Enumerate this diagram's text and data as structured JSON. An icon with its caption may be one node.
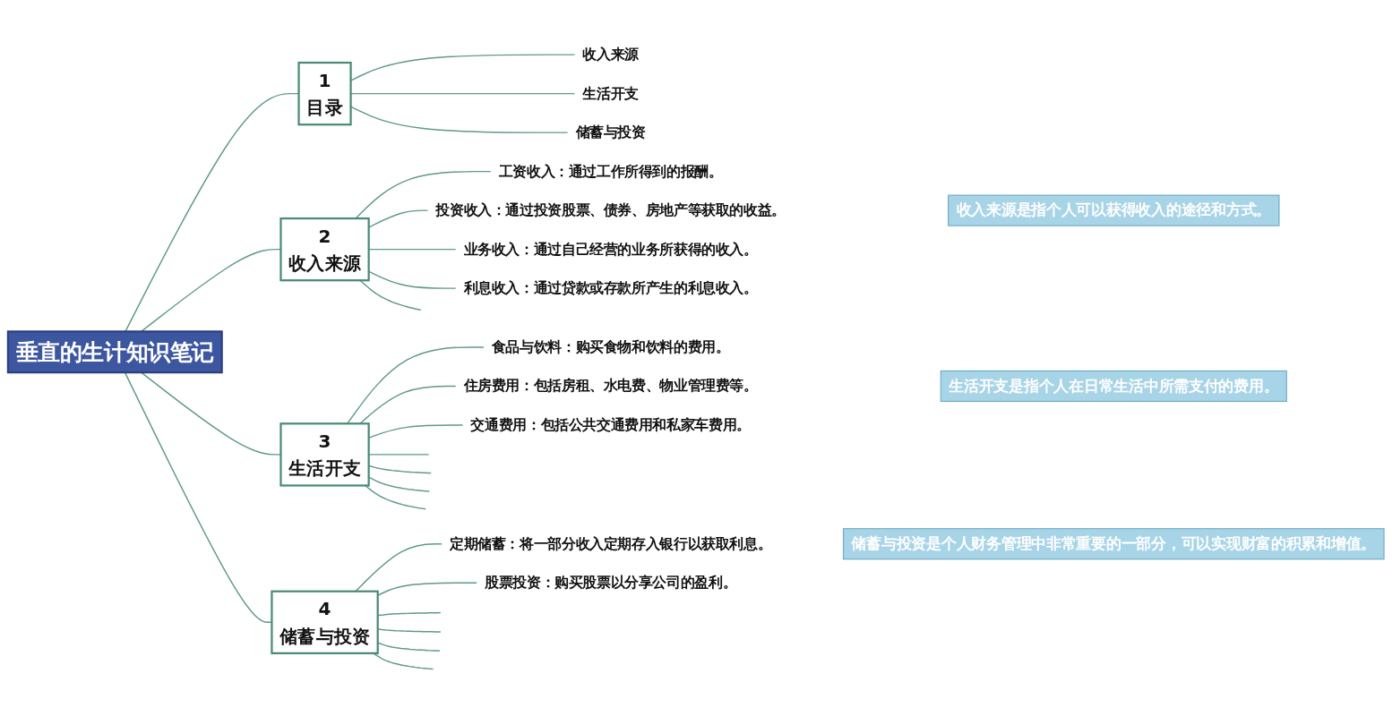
{
  "diagram": {
    "nodes": [
      {
        "text": [
          "垂直的生计知识笔记"
        ]
      },
      {
        "text": [
          "1",
          "目录"
        ]
      },
      {
        "text": [
          "收入来源"
        ]
      },
      {
        "text": [
          "生活开支"
        ]
      },
      {
        "text": [
          "储蓄与投资"
        ]
      },
      {
        "text": [
          "2",
          "收入来源"
        ]
      },
      {
        "text": [
          "工资收入：通过工作所得到的报酬。"
        ]
      },
      {
        "text": [
          "投资收入：通过投资股票、债券、房地产等获取的收益。"
        ]
      },
      {
        "text": [
          "业务收入：通过自己经营的业务所获得的收入。"
        ]
      },
      {
        "text": [
          "利息收入：通过贷款或存款所产生的利息收入。"
        ]
      },
      {
        "text": [
          "收入来源是指个人可以获得收入的途径和方式。"
        ]
      },
      {
        "text": [
          "3",
          "生活开支"
        ]
      },
      {
        "text": [
          "食品与饮料：购买食物和饮料的费用。"
        ]
      },
      {
        "text": [
          "住房费用：包括房租、水电费、物业管理费等。"
        ]
      },
      {
        "text": [
          "交通费用：包括公共交通费用和私家车费用。"
        ]
      },
      {
        "text": [
          "生活开支是指个人在日常生活中所需支付的费用。"
        ]
      },
      {
        "text": [
          "4",
          "储蓄与投资"
        ]
      },
      {
        "text": [
          "定期储蓄：将一部分收入定期存入银行以获取利息。"
        ]
      },
      {
        "text": [
          "股票投资：购买股票以分享公司的盈利。"
        ]
      },
      {
        "text": [
          "储蓄与投资是个人财务管理中非常重要的一部分，可以实现财富的积累和增值。"
        ]
      }
    ],
    "edges": [
      {
        "from": 0,
        "to": 1,
        "arrow": "none"
      },
      {
        "from": 0,
        "to": 5,
        "arrow": "none"
      },
      {
        "from": 0,
        "to": 11,
        "arrow": "none"
      },
      {
        "from": 0,
        "to": 16,
        "arrow": "none"
      },
      {
        "from": 1,
        "to": 2,
        "arrow": "none"
      },
      {
        "from": 1,
        "to": 3,
        "arrow": "none"
      },
      {
        "from": 1,
        "to": 4,
        "arrow": "none"
      },
      {
        "from": 5,
        "to": 6,
        "arrow": "none"
      },
      {
        "from": 5,
        "to": 7,
        "arrow": "none"
      },
      {
        "from": 5,
        "to": 8,
        "arrow": "none"
      },
      {
        "from": 5,
        "to": 9,
        "arrow": "none"
      },
      {
        "from": 5,
        "to": null,
        "arrow": "none"
      },
      {
        "from": 11,
        "to": 12,
        "arrow": "none"
      },
      {
        "from": 11,
        "to": 13,
        "arrow": "none"
      },
      {
        "from": 11,
        "to": 14,
        "arrow": "none"
      },
      {
        "from": 11,
        "to": null,
        "arrow": "none"
      },
      {
        "from": 11,
        "to": null,
        "arrow": "none"
      },
      {
        "from": 11,
        "to": null,
        "arrow": "none"
      },
      {
        "from": 11,
        "to": null,
        "arrow": "none"
      },
      {
        "from": 16,
        "to": 17,
        "arrow": "none"
      },
      {
        "from": 16,
        "to": 18,
        "arrow": "none"
      },
      {
        "from": 16,
        "to": null,
        "arrow": "none"
      },
      {
        "from": 16,
        "to": null,
        "arrow": "none"
      },
      {
        "from": 16,
        "to": null,
        "arrow": "none"
      },
      {
        "from": 16,
        "to": null,
        "arrow": "none"
      }
    ]
  }
}
